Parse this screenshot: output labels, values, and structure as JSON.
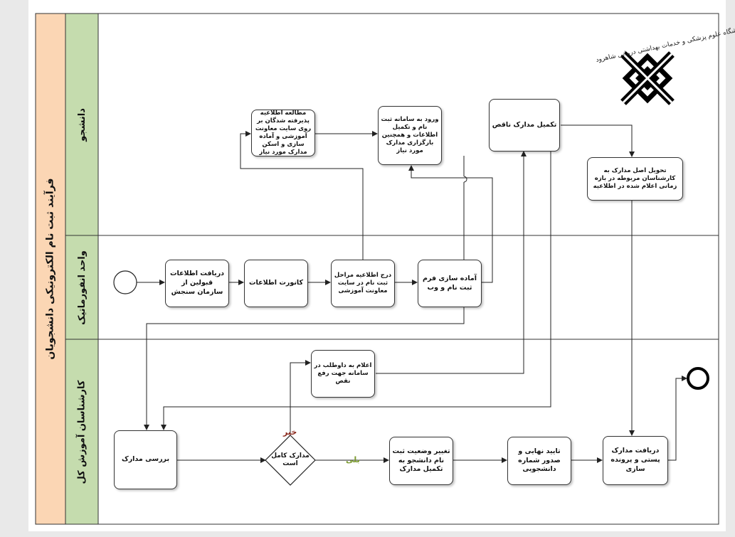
{
  "pool": {
    "title": "فرآیند ثبت نام الکترونیکی دانشجویان",
    "title_bg": "#fbd6b4",
    "lane_bg": "#c5dcae"
  },
  "lanes": {
    "student": "دانشجو",
    "it_unit": "واحد انفورماتیک",
    "edu_expert": "کارشناسان آموزش کل"
  },
  "logo": {
    "text": "دانشگاه علوم پزشکی و خدمات بهداشتی درمانی شاهرود"
  },
  "tasks": {
    "read_notice": "مطالعه اطلاعیه پذیرفته شدگان بر روی سایت معاونت آموزشی و آماده سازی و اسکن مدارک مورد نیاز",
    "enter_system": "ورود به سامانه ثبت نام و تکمیل اطلاعات و همچنین بارگزاری مدارک مورد نیاز",
    "complete_docs": "تکمیل مدارک ناقص",
    "deliver_originals": "تحویل اصل مدارک به کارشناسان مربوطه در بازه زمانی اعلام شده در اطلاعیه",
    "receive_info": "دریافت اطلاعات قبولین از سازمان سنجش",
    "convert_info": "کانورت اطلاعات",
    "post_notice": "درج اطلاعیه مراحل ثبت نام در سایت معاونت آموزشی",
    "prepare_form": "آماده سازی فرم ثبت نام و وب",
    "notify_applicant": "اعلام به داوطلب در سامانه جهت رفع نقص",
    "review_docs": "بررسی مدارک",
    "change_status": "تغییر وضعیت ثبت نام دانشجو به تکمیل مدارک",
    "final_approval": "تایید نهایی و صدور شماره دانشجویی",
    "receive_postal": "دریافت مدارک پستی و پرونده سازی"
  },
  "gateway": {
    "question": "مدارک کامل است",
    "no_label": "خیر",
    "yes_label": "بلی",
    "no_color": "#8b2a1e",
    "yes_color": "#7a9a2e"
  }
}
